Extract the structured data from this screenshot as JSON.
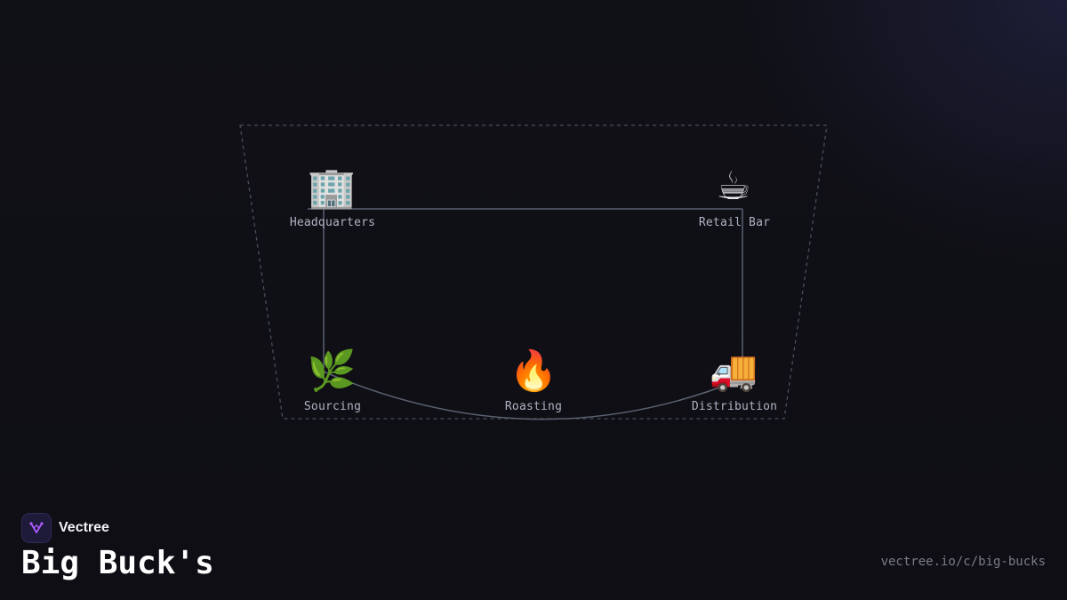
{
  "brand": {
    "name": "Vectree",
    "logo_icon": "vectree-fork-icon",
    "accent": "#b05cff"
  },
  "page": {
    "title": "Big Buck's",
    "url": "vectree.io/c/big-bucks"
  },
  "diagram": {
    "nodes": [
      {
        "id": "headquarters",
        "label": "Headquarters",
        "icon": "office-building-icon",
        "glyph": "🏢"
      },
      {
        "id": "retail-bar",
        "label": "Retail Bar",
        "icon": "hot-coffee-icon",
        "glyph": "☕"
      },
      {
        "id": "sourcing",
        "label": "Sourcing",
        "icon": "herb-icon",
        "glyph": "🌿"
      },
      {
        "id": "roasting",
        "label": "Roasting",
        "icon": "fire-icon",
        "glyph": "🔥"
      },
      {
        "id": "distribution",
        "label": "Distribution",
        "icon": "delivery-truck-icon",
        "glyph": "🚚"
      }
    ],
    "edges": [
      {
        "from": "headquarters",
        "to": "retail-bar"
      },
      {
        "from": "headquarters",
        "to": "sourcing"
      },
      {
        "from": "retail-bar",
        "to": "distribution"
      },
      {
        "from": "sourcing",
        "to": "distribution"
      }
    ],
    "colors": {
      "edge": "#5a6070",
      "boundary": "#4a4e5c",
      "label": "#aeb4c2"
    }
  }
}
